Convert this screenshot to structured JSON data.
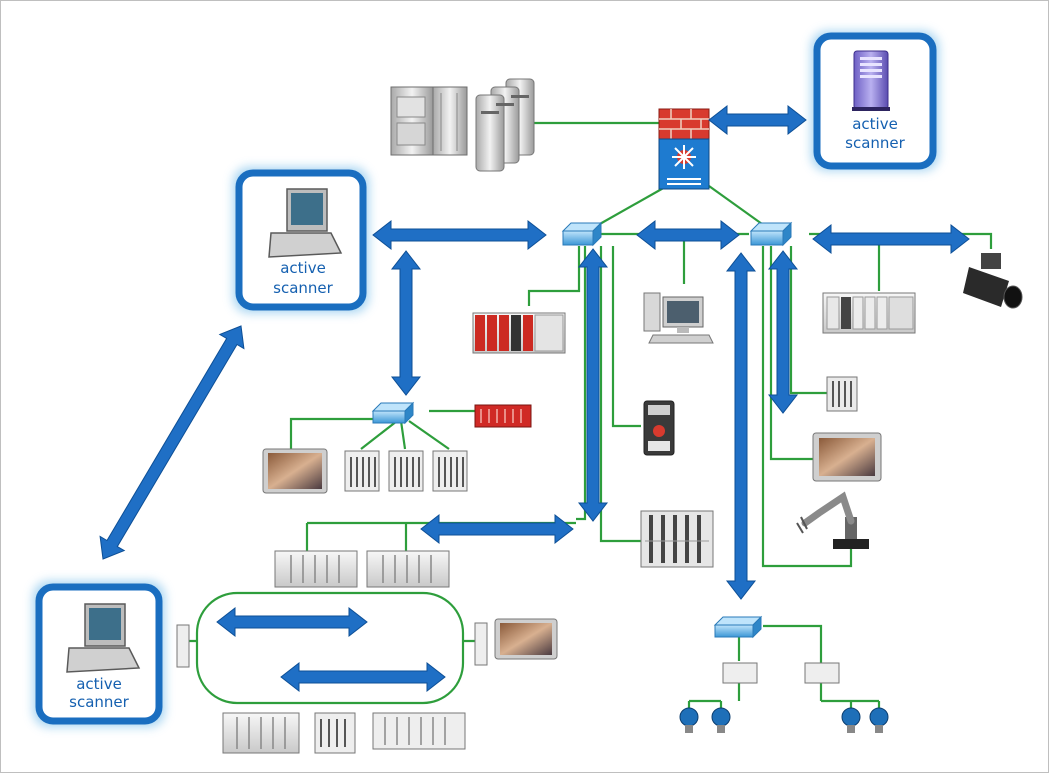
{
  "scanners": [
    {
      "id": "top-right",
      "line1": "active",
      "line2": "scanner"
    },
    {
      "id": "upper-left",
      "line1": "active",
      "line2": "scanner"
    },
    {
      "id": "lower-left",
      "line1": "active",
      "line2": "scanner"
    }
  ],
  "colors": {
    "network_link": "#2e9e3c",
    "arrow": "#1f6fc5",
    "scanner_frame": "#1a6ec0",
    "scanner_glow": "#9fd0f0",
    "switch": "#5fb3e6",
    "firewall_red": "#d83a2e",
    "firewall_blue": "#1e7bd0"
  },
  "icons": [
    "server-rack-icon",
    "server-tower-icon",
    "firewall-icon",
    "network-switch-icon",
    "plc-controller-icon",
    "desktop-workstation-icon",
    "hmi-panel-icon",
    "io-module-icon",
    "drive-icon",
    "camera-icon",
    "robot-arm-icon",
    "pressure-transmitter-icon",
    "scanner-server-icon",
    "laptop-icon"
  ]
}
